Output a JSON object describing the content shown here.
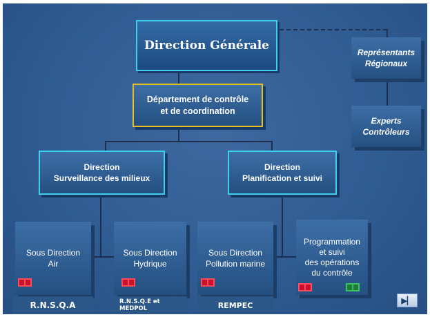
{
  "direction_generale": "Direction Générale",
  "representants": [
    "Représentants",
    "Régionaux"
  ],
  "experts": [
    "Experts",
    "Contrôleurs"
  ],
  "departement": [
    "Département de contrôle",
    "et de coordination"
  ],
  "direction_left": [
    "Direction",
    "Surveillance des milieux"
  ],
  "direction_right": [
    "Direction",
    "Planification et suivi"
  ],
  "sous_directions": [
    [
      "Sous Direction",
      "Air"
    ],
    [
      "Sous Direction",
      "Hydrique"
    ],
    [
      "Sous Direction",
      "Pollution marine"
    ],
    [
      "Programmation",
      "et suivi",
      "des opérations",
      "du contrôle"
    ]
  ],
  "bottom_labels": [
    "R.N.S.Q.A",
    "R.N.S.Q.E et MEDPOL",
    "REMPEC"
  ],
  "nav_next": "▶▏"
}
